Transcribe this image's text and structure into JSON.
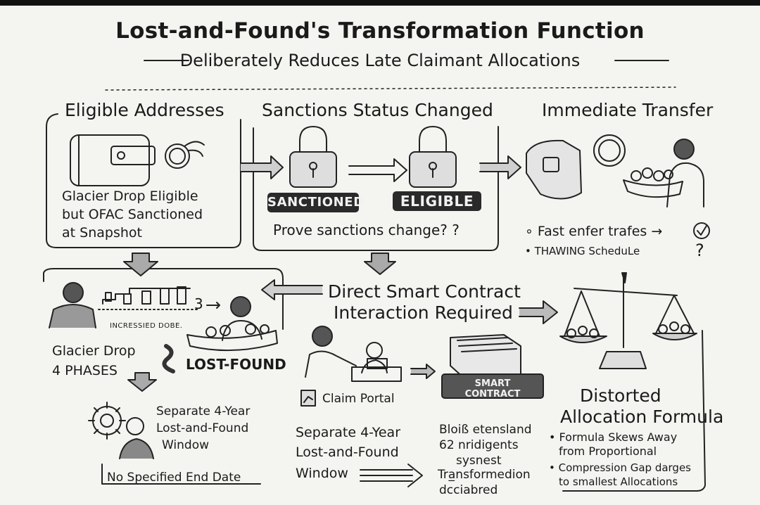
{
  "title": "Lost-and-Found's Transformation Function",
  "subtitle": "Deliberately Reduces Late Claimant Allocations",
  "eligible": {
    "heading": "Eligible Addresses",
    "text_line1": "Glacier Drop Eligible",
    "text_line2": "but OFAC Sanctioned",
    "text_line3": "at Snapshot"
  },
  "sanctions": {
    "heading": "Sanctions Status Changed",
    "badge_left": "SANCTIONED",
    "badge_right": "ELIGIBLE",
    "question": "Prove sanctions change? ?"
  },
  "transfer": {
    "heading": "Immediate Transfer",
    "bullet1": "∘ Fast enfer trafes →",
    "bullet2": "• THAWING ScheduLe",
    "question": "?"
  },
  "phases": {
    "chart_caption": "INCRESSIED DOBE.",
    "chart_number": "3",
    "label_line1": "Glacier Drop",
    "label_line2": "4 PHASES",
    "lost_found": "LOST-FOUND"
  },
  "window_left": {
    "line1": "Separate 4-Year",
    "line2": "Lost-and-Found",
    "line3": "Window",
    "end_date": "No Specified End Date"
  },
  "direct": {
    "heading_line1": "Direct Smart Contract",
    "heading_line2": "Interaction Required",
    "claim_portal": "Claim Portal",
    "smart_contract": "SMART CONTRACT"
  },
  "window_mid": {
    "line1": "Separate 4-Year",
    "line2": "Lost-and-Found",
    "line3": "Window"
  },
  "garbled": {
    "line1": "Bloiß etensland",
    "line2": "62 nridigents",
    "line3": "sysnest",
    "line4": "Tra̲nsformedion",
    "line5": "dcciabred"
  },
  "distorted": {
    "heading_line1": "Distorted",
    "heading_line2": "Allocation Formula",
    "bullet1_line1": "• Formula Skews Away",
    "bullet1_line2": "from Proportional",
    "bullet2_line1": "• Compression Gap darges",
    "bullet2_line2": "to smallest Allocations"
  }
}
